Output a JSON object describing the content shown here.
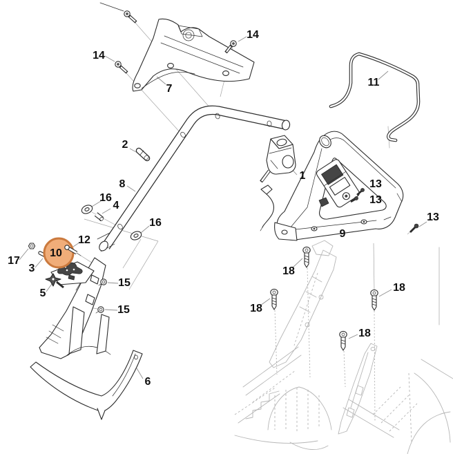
{
  "diagram": {
    "background": "#ffffff",
    "line_color": "#2b2b2b",
    "ghost_color": "#b6b6b6",
    "leader_color": "#8f8f8f"
  },
  "highlight": {
    "part_label": "10",
    "fill": "#F0AD79",
    "stroke": "#CB7A3E"
  },
  "callouts": [
    {
      "id": "callout-14-top",
      "label": "14"
    },
    {
      "id": "callout-14-right",
      "label": "14"
    },
    {
      "id": "callout-7",
      "label": "7"
    },
    {
      "id": "callout-11",
      "label": "11"
    },
    {
      "id": "callout-2",
      "label": "2"
    },
    {
      "id": "callout-8",
      "label": "8"
    },
    {
      "id": "callout-1",
      "label": "1"
    },
    {
      "id": "callout-13-a",
      "label": "13"
    },
    {
      "id": "callout-13-b",
      "label": "13"
    },
    {
      "id": "callout-13-c",
      "label": "13"
    },
    {
      "id": "callout-9",
      "label": "9"
    },
    {
      "id": "callout-16-a",
      "label": "16"
    },
    {
      "id": "callout-4",
      "label": "4"
    },
    {
      "id": "callout-16-b",
      "label": "16"
    },
    {
      "id": "callout-12",
      "label": "12"
    },
    {
      "id": "callout-10",
      "label": "10"
    },
    {
      "id": "callout-17",
      "label": "17"
    },
    {
      "id": "callout-3",
      "label": "3"
    },
    {
      "id": "callout-5",
      "label": "5"
    },
    {
      "id": "callout-15-a",
      "label": "15"
    },
    {
      "id": "callout-15-b",
      "label": "15"
    },
    {
      "id": "callout-6",
      "label": "6"
    },
    {
      "id": "callout-18-a",
      "label": "18"
    },
    {
      "id": "callout-18-b",
      "label": "18"
    },
    {
      "id": "callout-18-c",
      "label": "18"
    },
    {
      "id": "callout-18-d",
      "label": "18"
    }
  ]
}
